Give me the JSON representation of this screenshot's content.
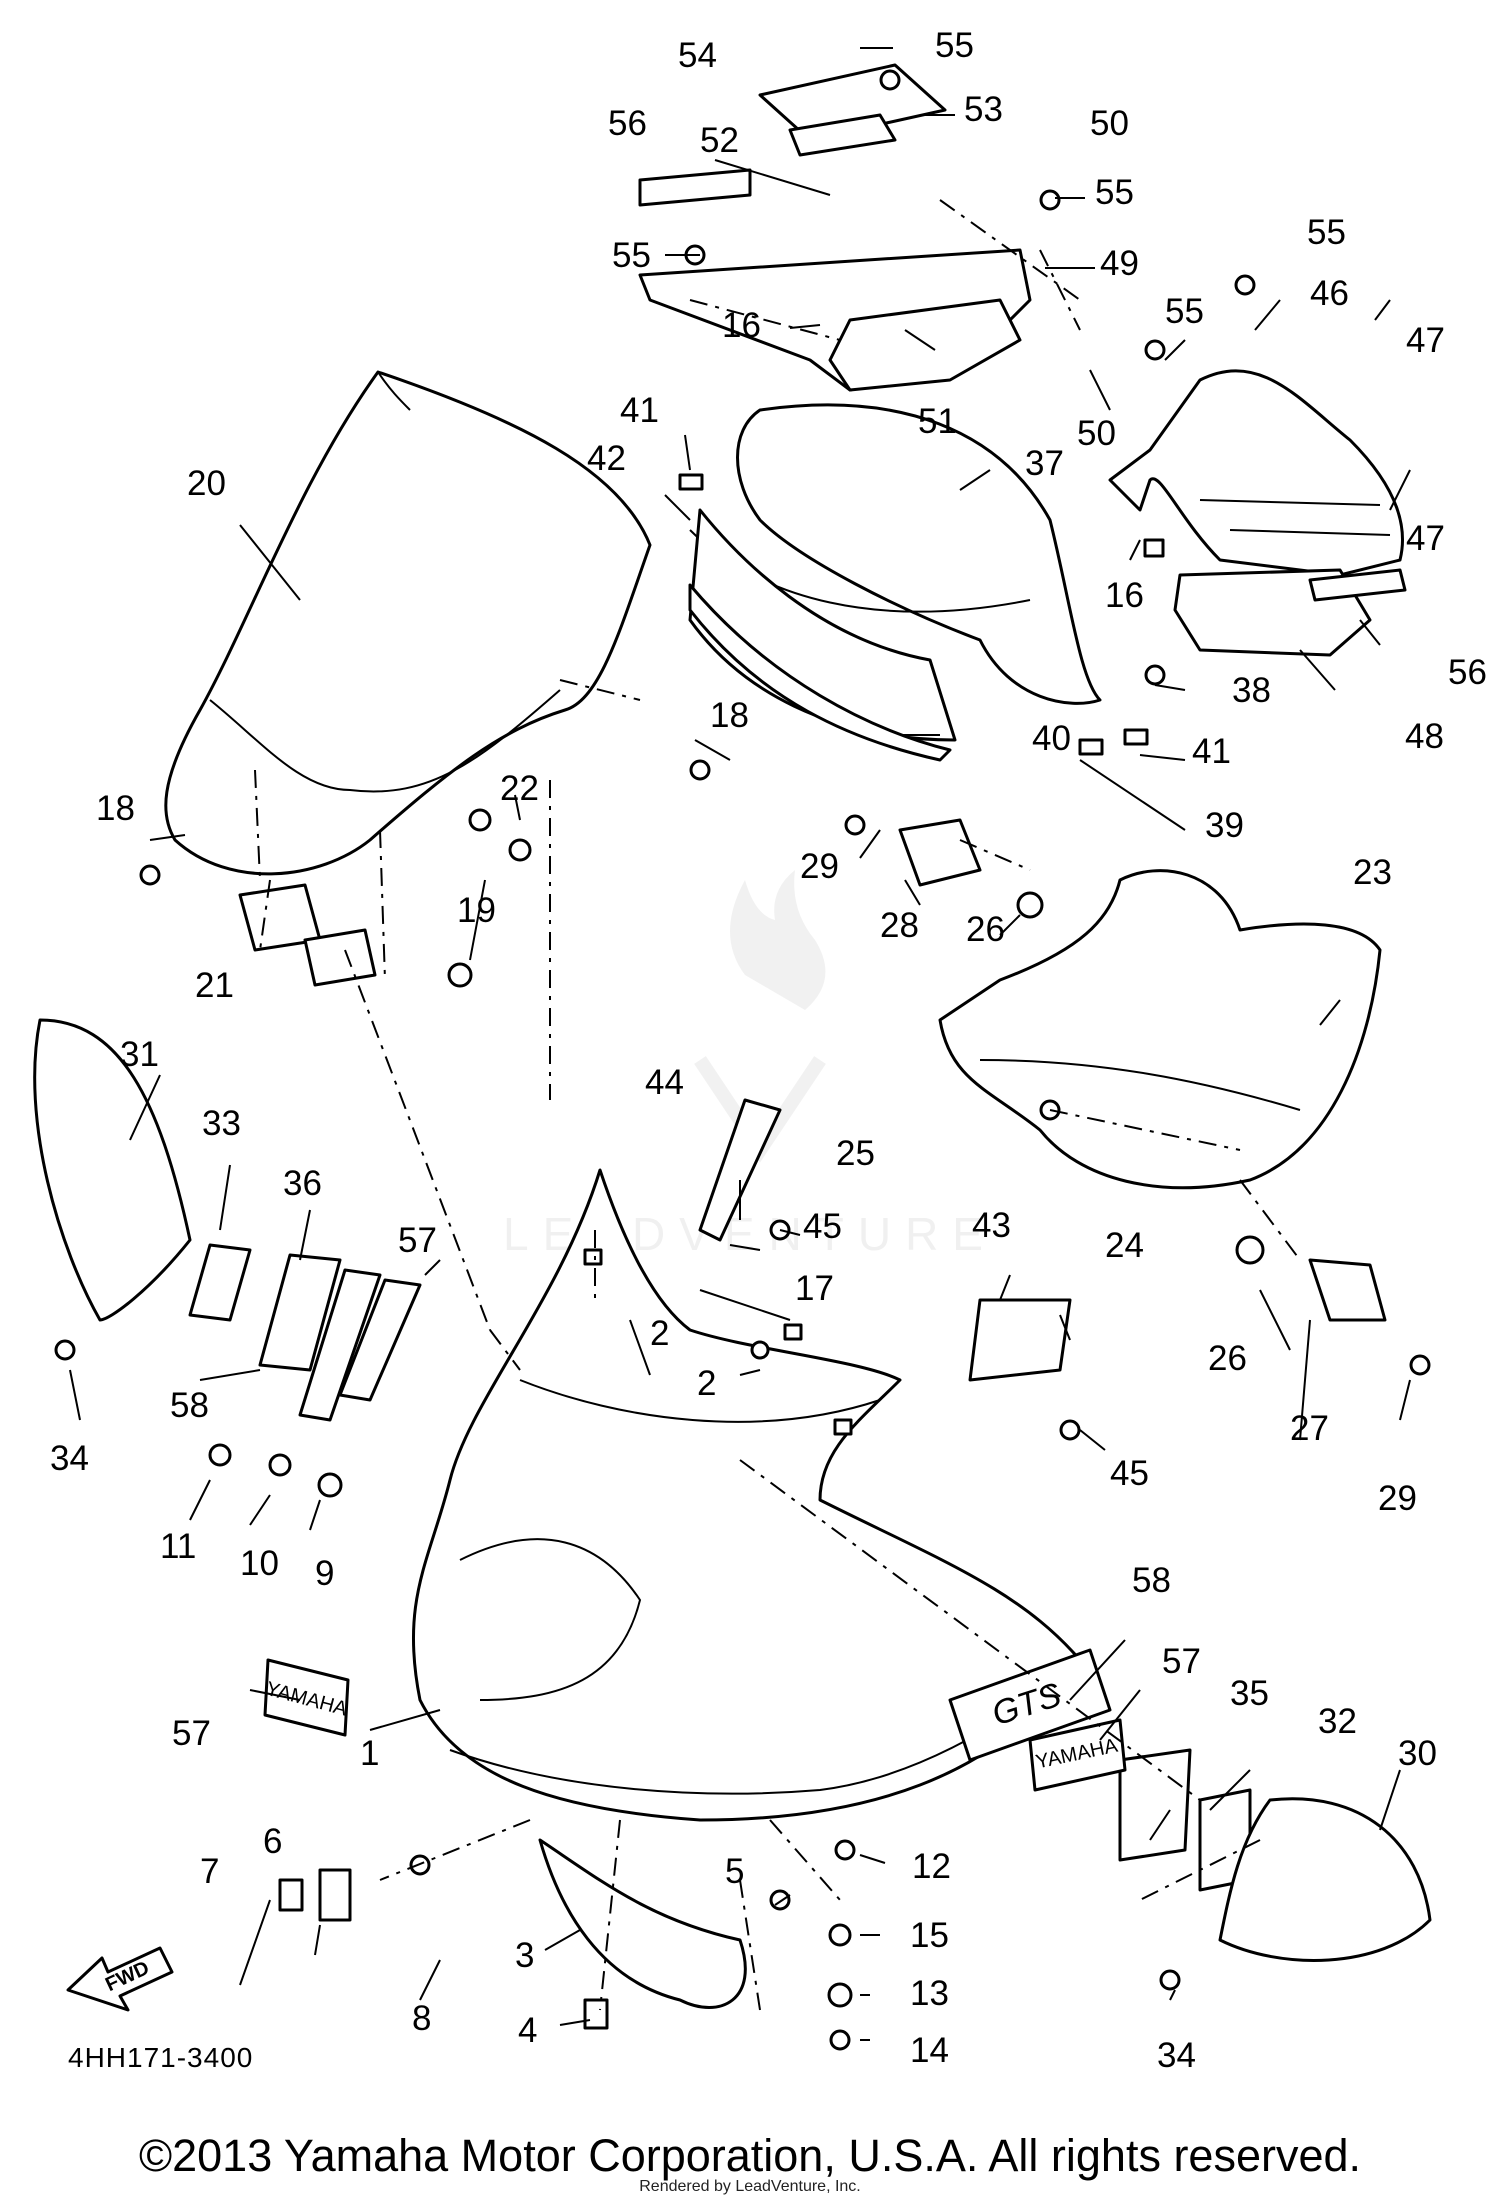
{
  "diagram": {
    "drawing_code": "4HH171-3400",
    "copyright": "©2013 Yamaha Motor Corporation, U.S.A. All rights reserved.",
    "rendered_by": "Rendered by LeadVenture, Inc.",
    "watermark_text": "LEADVENTURE",
    "fwd_arrow_text": "FWD",
    "decals": {
      "yamaha_front": "YAMAHA",
      "yamaha_side": "YAMAHA",
      "model": "GTS"
    },
    "callouts": [
      "55",
      "54",
      "53",
      "52",
      "56",
      "50",
      "55",
      "55",
      "49",
      "16",
      "51",
      "50",
      "55",
      "55",
      "46",
      "47",
      "47",
      "16",
      "56",
      "48",
      "41",
      "42",
      "37",
      "20",
      "18",
      "38",
      "41",
      "39",
      "40",
      "18",
      "22",
      "19",
      "21",
      "29",
      "28",
      "26",
      "23",
      "31",
      "33",
      "36",
      "44",
      "45",
      "25",
      "24",
      "57",
      "2",
      "17",
      "2",
      "43",
      "26",
      "27",
      "29",
      "34",
      "58",
      "11",
      "10",
      "9",
      "45",
      "58",
      "57",
      "57",
      "1",
      "35",
      "32",
      "30",
      "7",
      "6",
      "8",
      "5",
      "12",
      "15",
      "13",
      "14",
      "3",
      "4",
      "34"
    ]
  }
}
